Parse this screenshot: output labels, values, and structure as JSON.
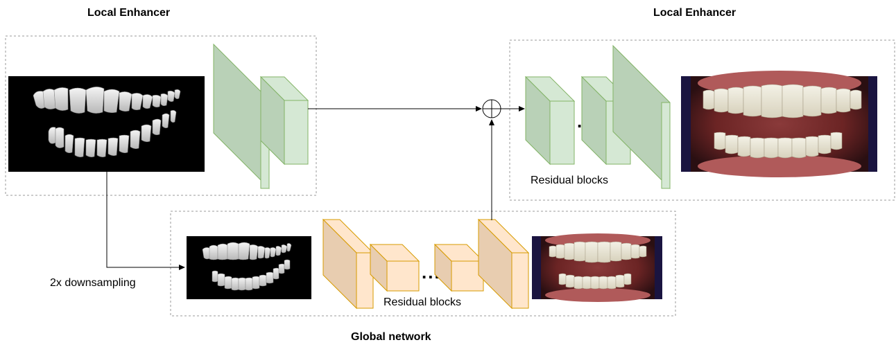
{
  "titles": {
    "left_module": "Local Enhancer",
    "right_module": "Local Enhancer",
    "bottom_module": "Global network"
  },
  "labels": {
    "residual_top": "Residual blocks",
    "residual_bottom": "Residual blocks",
    "downsampling": "2x downsampling",
    "ellipsis_top": "...",
    "ellipsis_bottom": "..."
  },
  "images": {
    "input_full": "teeth-3d-render-image",
    "input_small": "teeth-3d-render-downsampled-image",
    "output_full": "teeth-photo-output-image",
    "output_small": "teeth-photo-output-downsampled-image"
  },
  "colors": {
    "green_front": "#d5e8d4",
    "green_side": "#b9d1b7",
    "green_stroke": "#82b366",
    "orange_front": "#ffe6cc",
    "orange_side": "#e8cdb0",
    "orange_stroke": "#d79b00",
    "dashed_border": "#999999"
  }
}
